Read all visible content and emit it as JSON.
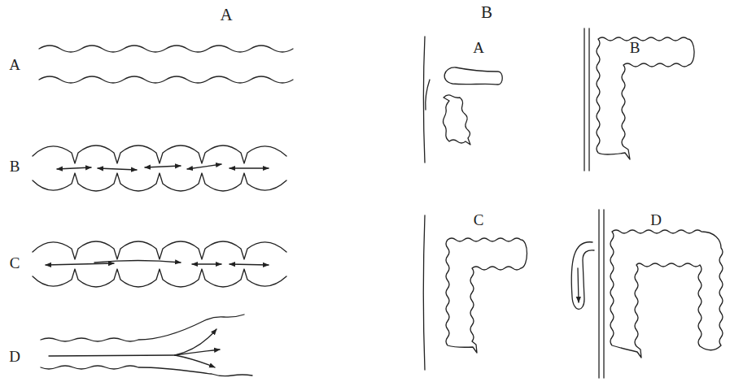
{
  "diagram": {
    "labels": [
      "A",
      "A",
      "B",
      "C",
      "D",
      "B",
      "A",
      "B",
      "C",
      "D"
    ]
  }
}
